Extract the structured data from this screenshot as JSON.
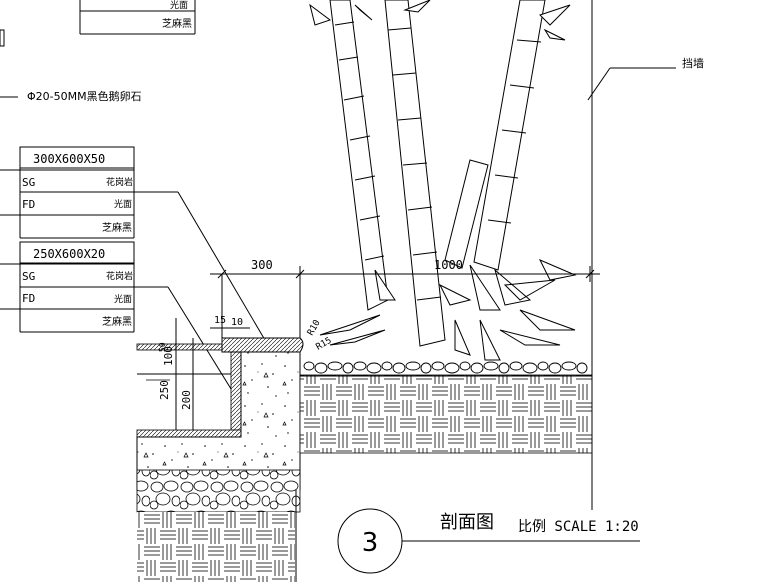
{
  "drawing": {
    "title": "剖面图",
    "scale": "比例 SCALE 1:20",
    "section_number": "3"
  },
  "top_table": {
    "row1": "光面",
    "row2": "芝麻黑"
  },
  "pebble_note": "Φ20-50MM黑色鹅卵石",
  "retaining_wall_label": "挡墙",
  "spec_table_1": {
    "size": "300X600X50",
    "rows": [
      {
        "code": "SG",
        "value": "花岗岩"
      },
      {
        "code": "FD",
        "value": "光面"
      },
      {
        "code": "",
        "value": "芝麻黑"
      }
    ]
  },
  "spec_table_2": {
    "size": "250X600X20",
    "rows": [
      {
        "code": "SG",
        "value": "花岗岩"
      },
      {
        "code": "FD",
        "value": "光面"
      },
      {
        "code": "",
        "value": "芝麻黑"
      }
    ]
  },
  "dimensions": {
    "d300": "300",
    "d1000": "1000",
    "d15": "15",
    "d10": "10",
    "d100": "100",
    "d250": "250",
    "d200": "200",
    "d50": "50",
    "r10": "R10",
    "r15": "R15"
  }
}
